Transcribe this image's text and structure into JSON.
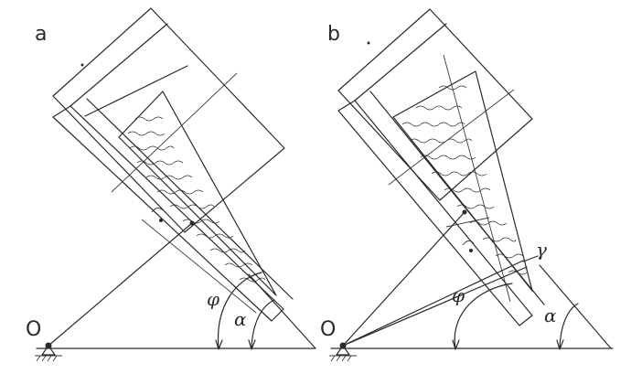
{
  "panels": [
    {
      "label": "a",
      "origin_label": "O",
      "angle_phi": "φ",
      "angle_alpha": "α"
    },
    {
      "label": "b",
      "origin_label": "O",
      "angle_phi": "φ",
      "angle_alpha": "α",
      "angle_gamma": "γ"
    }
  ],
  "colors": {
    "ink": "#2a2a2a",
    "paper": "#ffffff"
  }
}
